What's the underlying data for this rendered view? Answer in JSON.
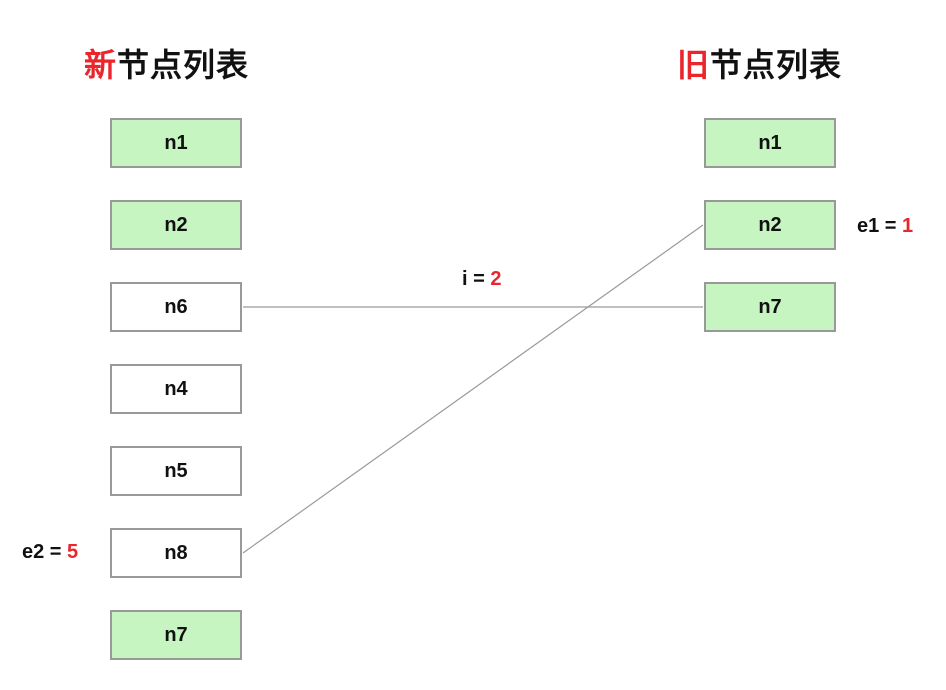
{
  "titles": {
    "new": {
      "accent": "新",
      "rest": "节点列表"
    },
    "old": {
      "accent": "旧",
      "rest": "节点列表"
    }
  },
  "new_list": [
    {
      "label": "n1",
      "highlight": true
    },
    {
      "label": "n2",
      "highlight": true
    },
    {
      "label": "n6",
      "highlight": false
    },
    {
      "label": "n4",
      "highlight": false
    },
    {
      "label": "n5",
      "highlight": false
    },
    {
      "label": "n8",
      "highlight": false
    },
    {
      "label": "n7",
      "highlight": true
    }
  ],
  "old_list": [
    {
      "label": "n1",
      "highlight": true
    },
    {
      "label": "n2",
      "highlight": true
    },
    {
      "label": "n7",
      "highlight": true
    }
  ],
  "pointers": {
    "i": {
      "name": "i",
      "eq": " = ",
      "value": "2"
    },
    "e1": {
      "name": "e1",
      "eq": " = ",
      "value": "1"
    },
    "e2": {
      "name": "e2",
      "eq": " = ",
      "value": "5"
    }
  },
  "colors": {
    "accent": "#e8262b",
    "highlight_fill": "#c6f5c2",
    "node_border": "#999999",
    "connector": "#9a9a9a"
  }
}
